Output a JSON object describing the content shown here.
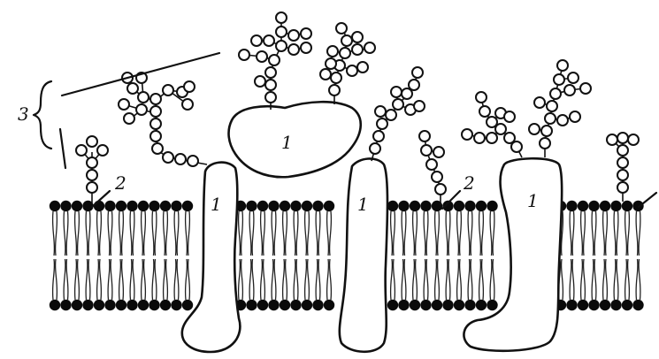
{
  "labels": {
    "protein": "1",
    "glycolipid": "2",
    "glycocalyx": "3"
  },
  "colors": {
    "ink": "#111111",
    "background": "#ffffff"
  }
}
